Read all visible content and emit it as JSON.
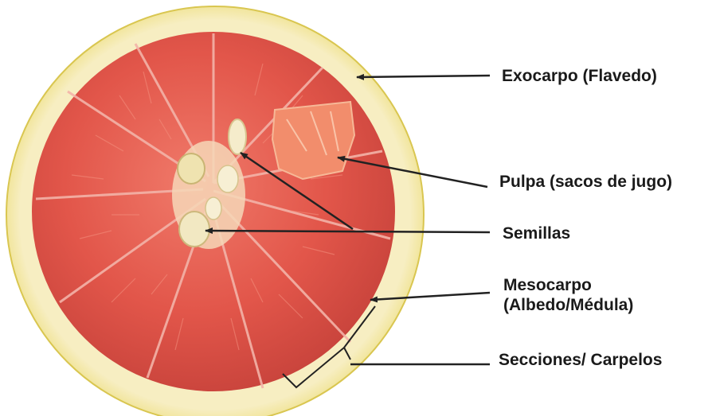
{
  "labels": {
    "exocarp": "Exocarpo (Flavedo)",
    "pulp": "Pulpa (sacos de jugo)",
    "seeds": "Semillas",
    "mesocarp_line1": "Mesocarpo",
    "mesocarp_line2": "(Albedo/Médula)",
    "sections": "Secciones/ Carpelos"
  },
  "colors": {
    "peel": "#efe27a",
    "albedo": "#f7eec2",
    "flesh": "#e2564a",
    "membrane": "#f0a59a",
    "seed": "#f3e7b8",
    "arrow": "#222222"
  }
}
